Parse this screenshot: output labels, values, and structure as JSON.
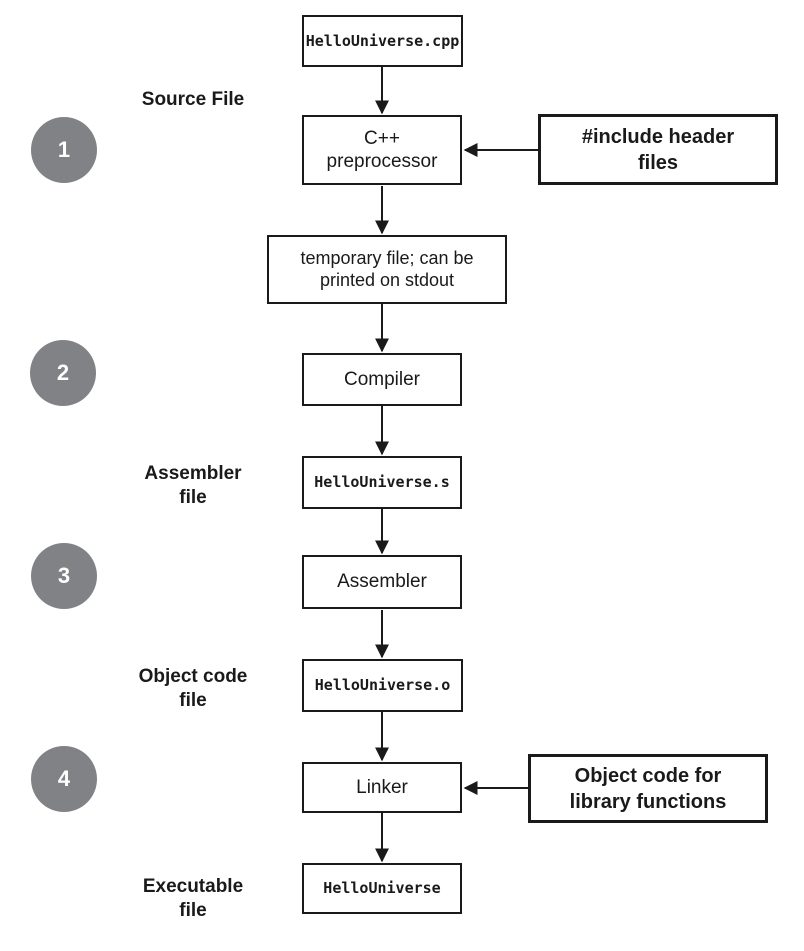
{
  "colors": {
    "background": "#ffffff",
    "box_border": "#1a1a1a",
    "text": "#1a1a1a",
    "step_circle_fill": "#808285",
    "step_number": "#ffffff"
  },
  "diagram": {
    "nodes": {
      "source_file": "HelloUniverse.cpp",
      "preprocessor": "C++\npreprocessor",
      "include_headers": "#include header\nfiles",
      "temp_file": "temporary file; can be\nprinted on stdout",
      "compiler": "Compiler",
      "assembly_file": "HelloUniverse.s",
      "assembler": "Assembler",
      "object_file": "HelloUniverse.o",
      "linker": "Linker",
      "library_object_code": "Object code for\nlibrary functions",
      "executable": "HelloUniverse"
    },
    "side_labels": {
      "source_file": "Source File",
      "assembler_file": "Assembler\nfile",
      "object_code_file": "Object code\nfile",
      "executable_file": "Executable\nfile"
    },
    "steps": [
      "1",
      "2",
      "3",
      "4"
    ]
  }
}
